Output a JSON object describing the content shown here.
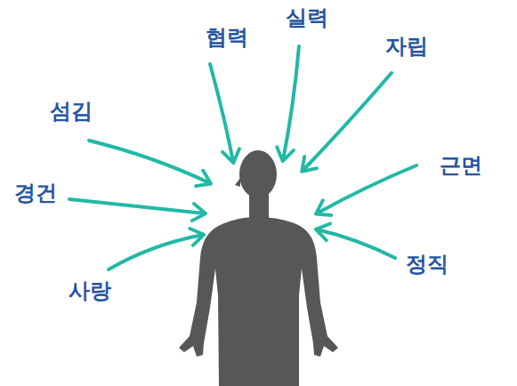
{
  "diagram": {
    "labels": [
      "협력",
      "실력",
      "자립",
      "섬김",
      "근면",
      "경건",
      "사랑",
      "정직"
    ]
  }
}
